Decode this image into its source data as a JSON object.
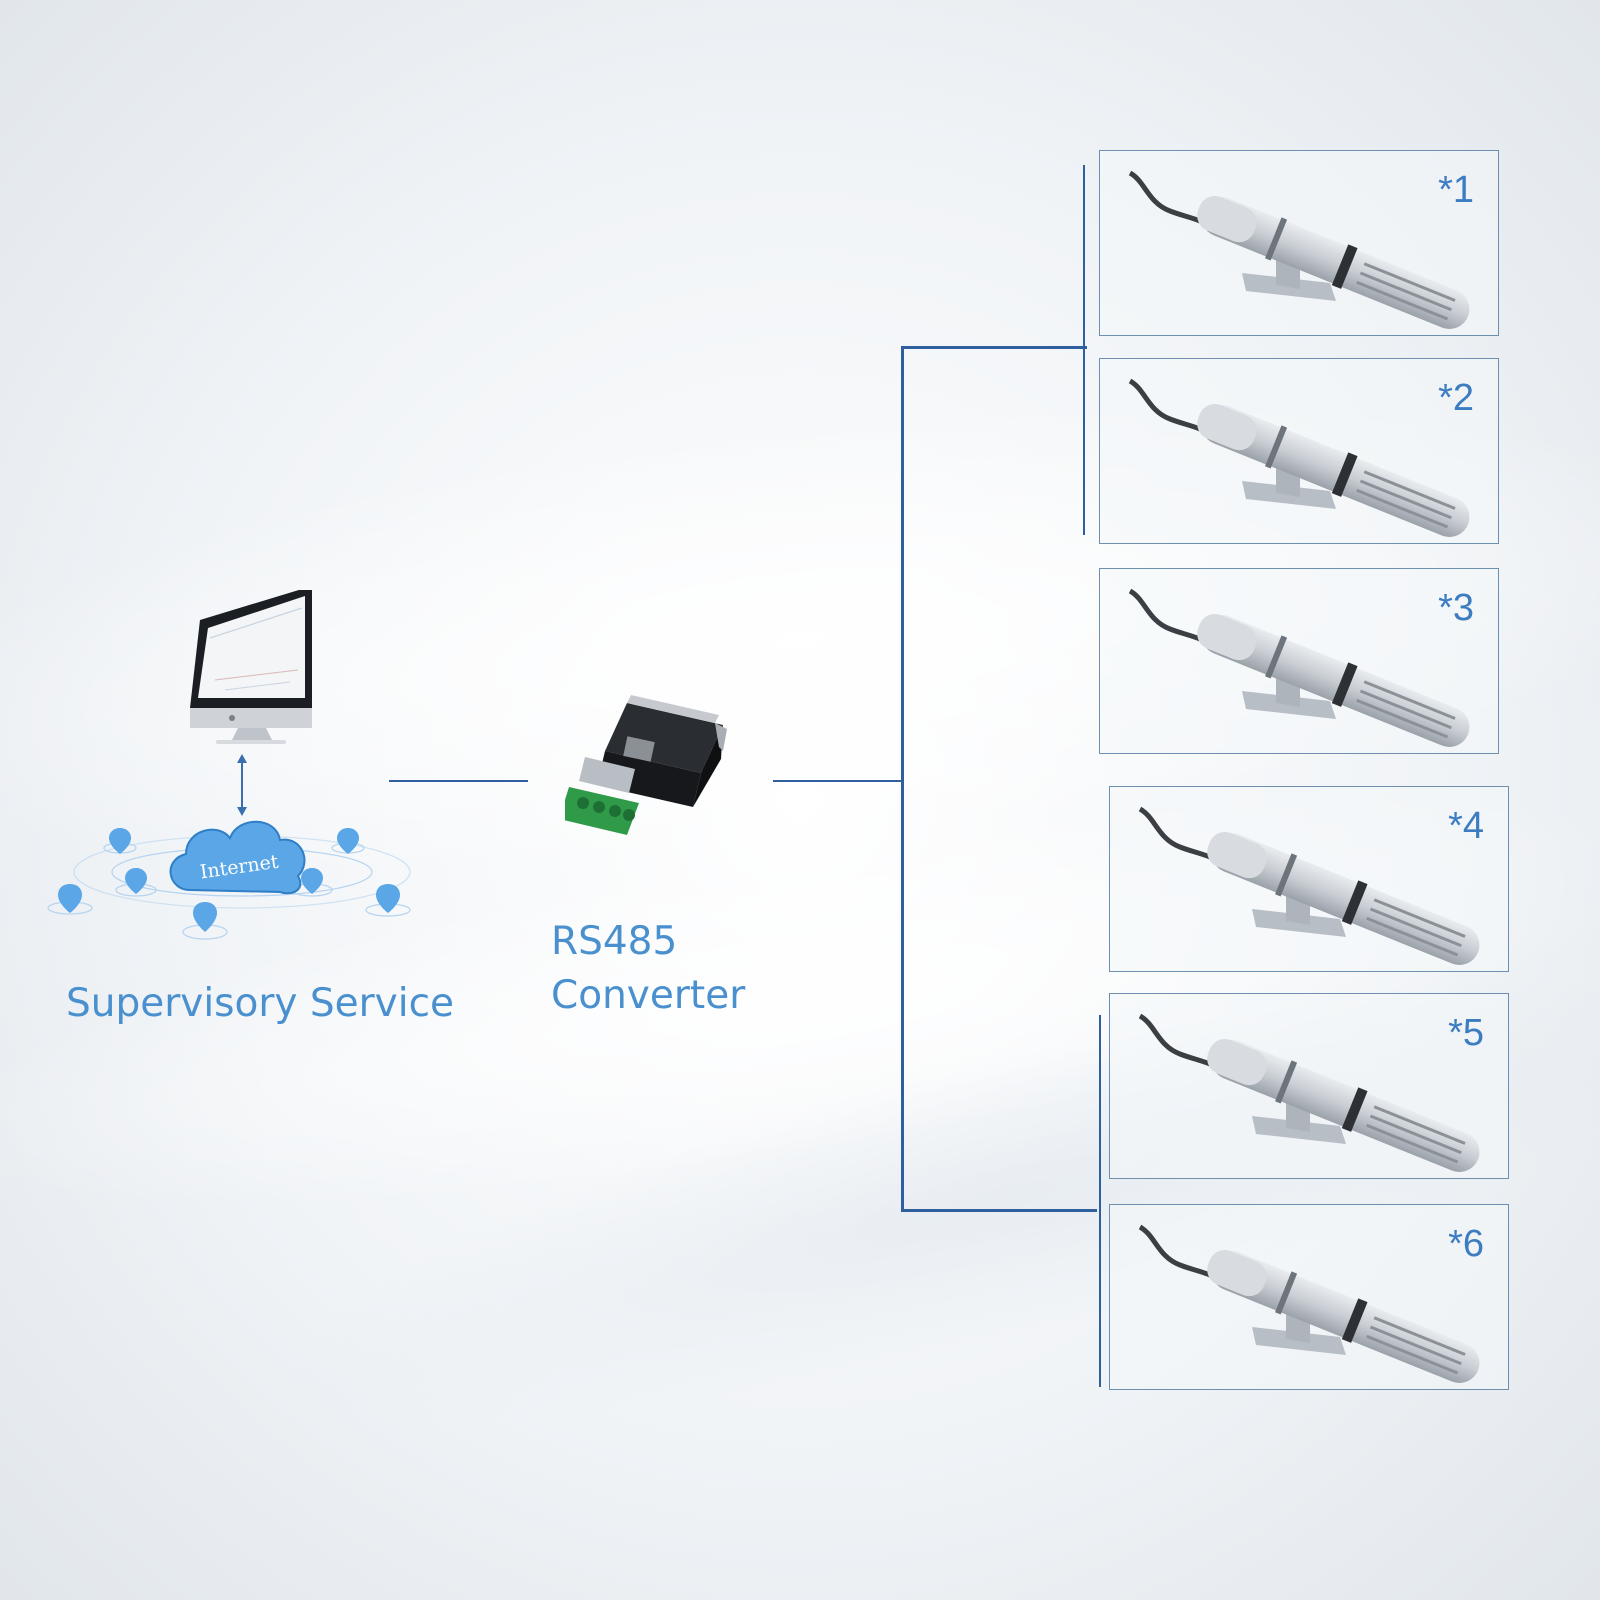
{
  "supervisory": {
    "label": "Supervisory Service",
    "cloud_text": "Internet"
  },
  "converter": {
    "line1": "RS485",
    "line2": "Converter"
  },
  "sensors": [
    "*1",
    "*2",
    "*3",
    "*4",
    "*5",
    "*6"
  ],
  "colors": {
    "accent": "#4a90cf",
    "line": "#2f5f9e",
    "box_border": "#6f8fae"
  }
}
